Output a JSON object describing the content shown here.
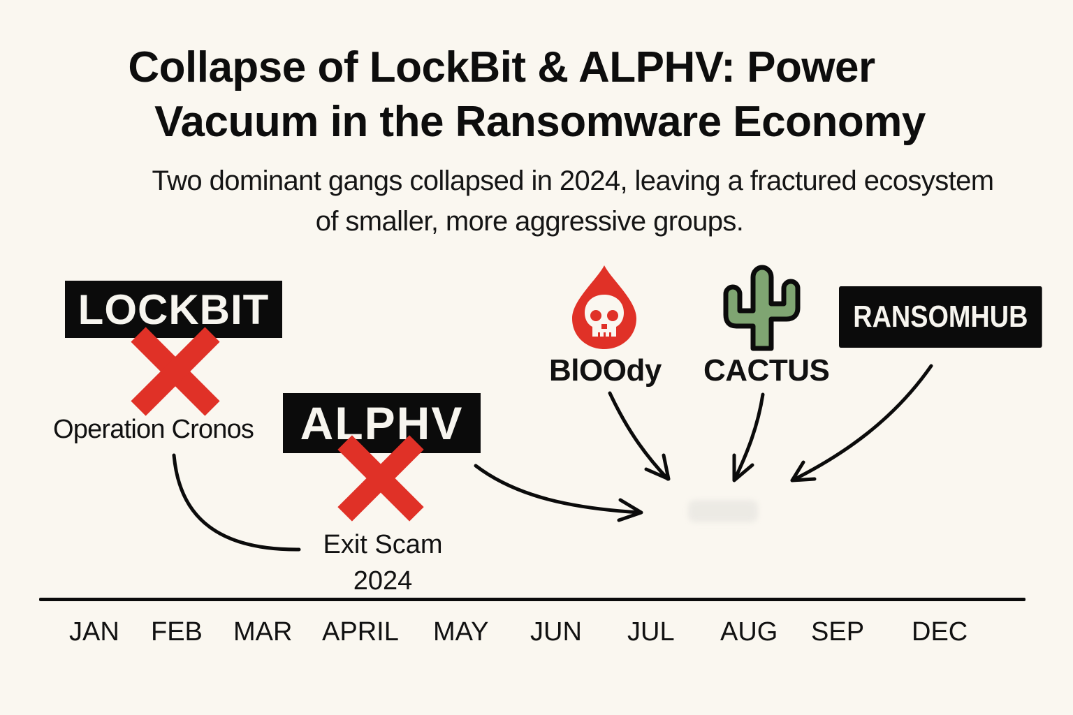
{
  "title": {
    "line1": "Collapse of LockBit & ALPHV: Power",
    "line2": "Vacuum in the Ransomware Economy"
  },
  "subtitle": {
    "line1": "Two dominant gangs collapsed in 2024, leaving a fractured ecosystem",
    "line2": "of smaller, more aggressive groups."
  },
  "collapsed_gangs": [
    {
      "name": "LOCKBIT",
      "status_icon": "red-x-icon",
      "event": "Operation Cronos"
    },
    {
      "name": "ALPHV",
      "status_icon": "red-x-icon",
      "event_line1": "Exit Scam",
      "event_line2": "2024"
    }
  ],
  "emerging_gangs": [
    {
      "name": "BlOOdy",
      "icon": "blood-drop-skull-icon"
    },
    {
      "name": "CACTUS",
      "icon": "cactus-icon"
    },
    {
      "name": "RANSOMHUB",
      "icon": "black-label"
    }
  ],
  "timeline": {
    "months": [
      "JAN",
      "FEB",
      "MAR",
      "APRIL",
      "MAY",
      "JUN",
      "JUL",
      "AUG",
      "SEP",
      "DEC"
    ]
  },
  "colors": {
    "background": "#faf7f0",
    "accent_red": "#e03127",
    "cactus_green": "#7fa572",
    "ink": "#0b0b0b"
  }
}
